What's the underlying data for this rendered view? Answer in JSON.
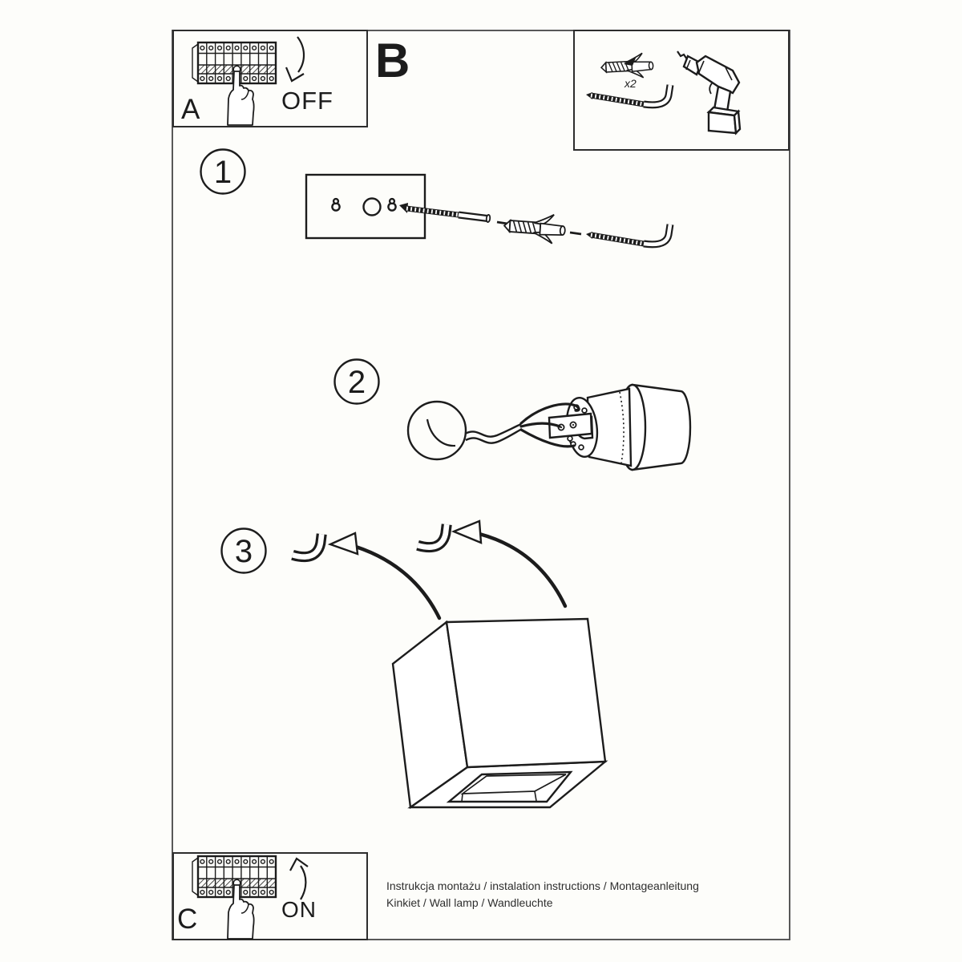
{
  "document": {
    "panel_off": {
      "label": "A",
      "state": "OFF"
    },
    "section_label": "B",
    "tools": {
      "quantity": "x2",
      "items": [
        "wall-anchor",
        "screw-hook",
        "cordless-drill"
      ]
    },
    "steps": [
      {
        "number": "1",
        "illustrations": [
          "mounting-plate",
          "keyhole-slots",
          "screw",
          "wall-anchor",
          "screw-hook"
        ]
      },
      {
        "number": "2",
        "illustrations": [
          "cable-coil",
          "cable",
          "wires",
          "terminal-block",
          "lamp-socket"
        ]
      },
      {
        "number": "3",
        "illustrations": [
          "screw-hook",
          "screw-hook",
          "curved-arrow",
          "curved-arrow",
          "cube-wall-lamp"
        ]
      }
    ],
    "panel_on": {
      "label": "C",
      "state": "ON"
    },
    "footer": {
      "line1": "Instrukcja montażu / instalation instructions / Montageanleitung",
      "line2": "Kinkiet / Wall lamp / Wandleuchte"
    },
    "colors": {
      "line": "#1c1c1c",
      "sheet_border": "#585858",
      "background": "#fdfdfa"
    }
  }
}
